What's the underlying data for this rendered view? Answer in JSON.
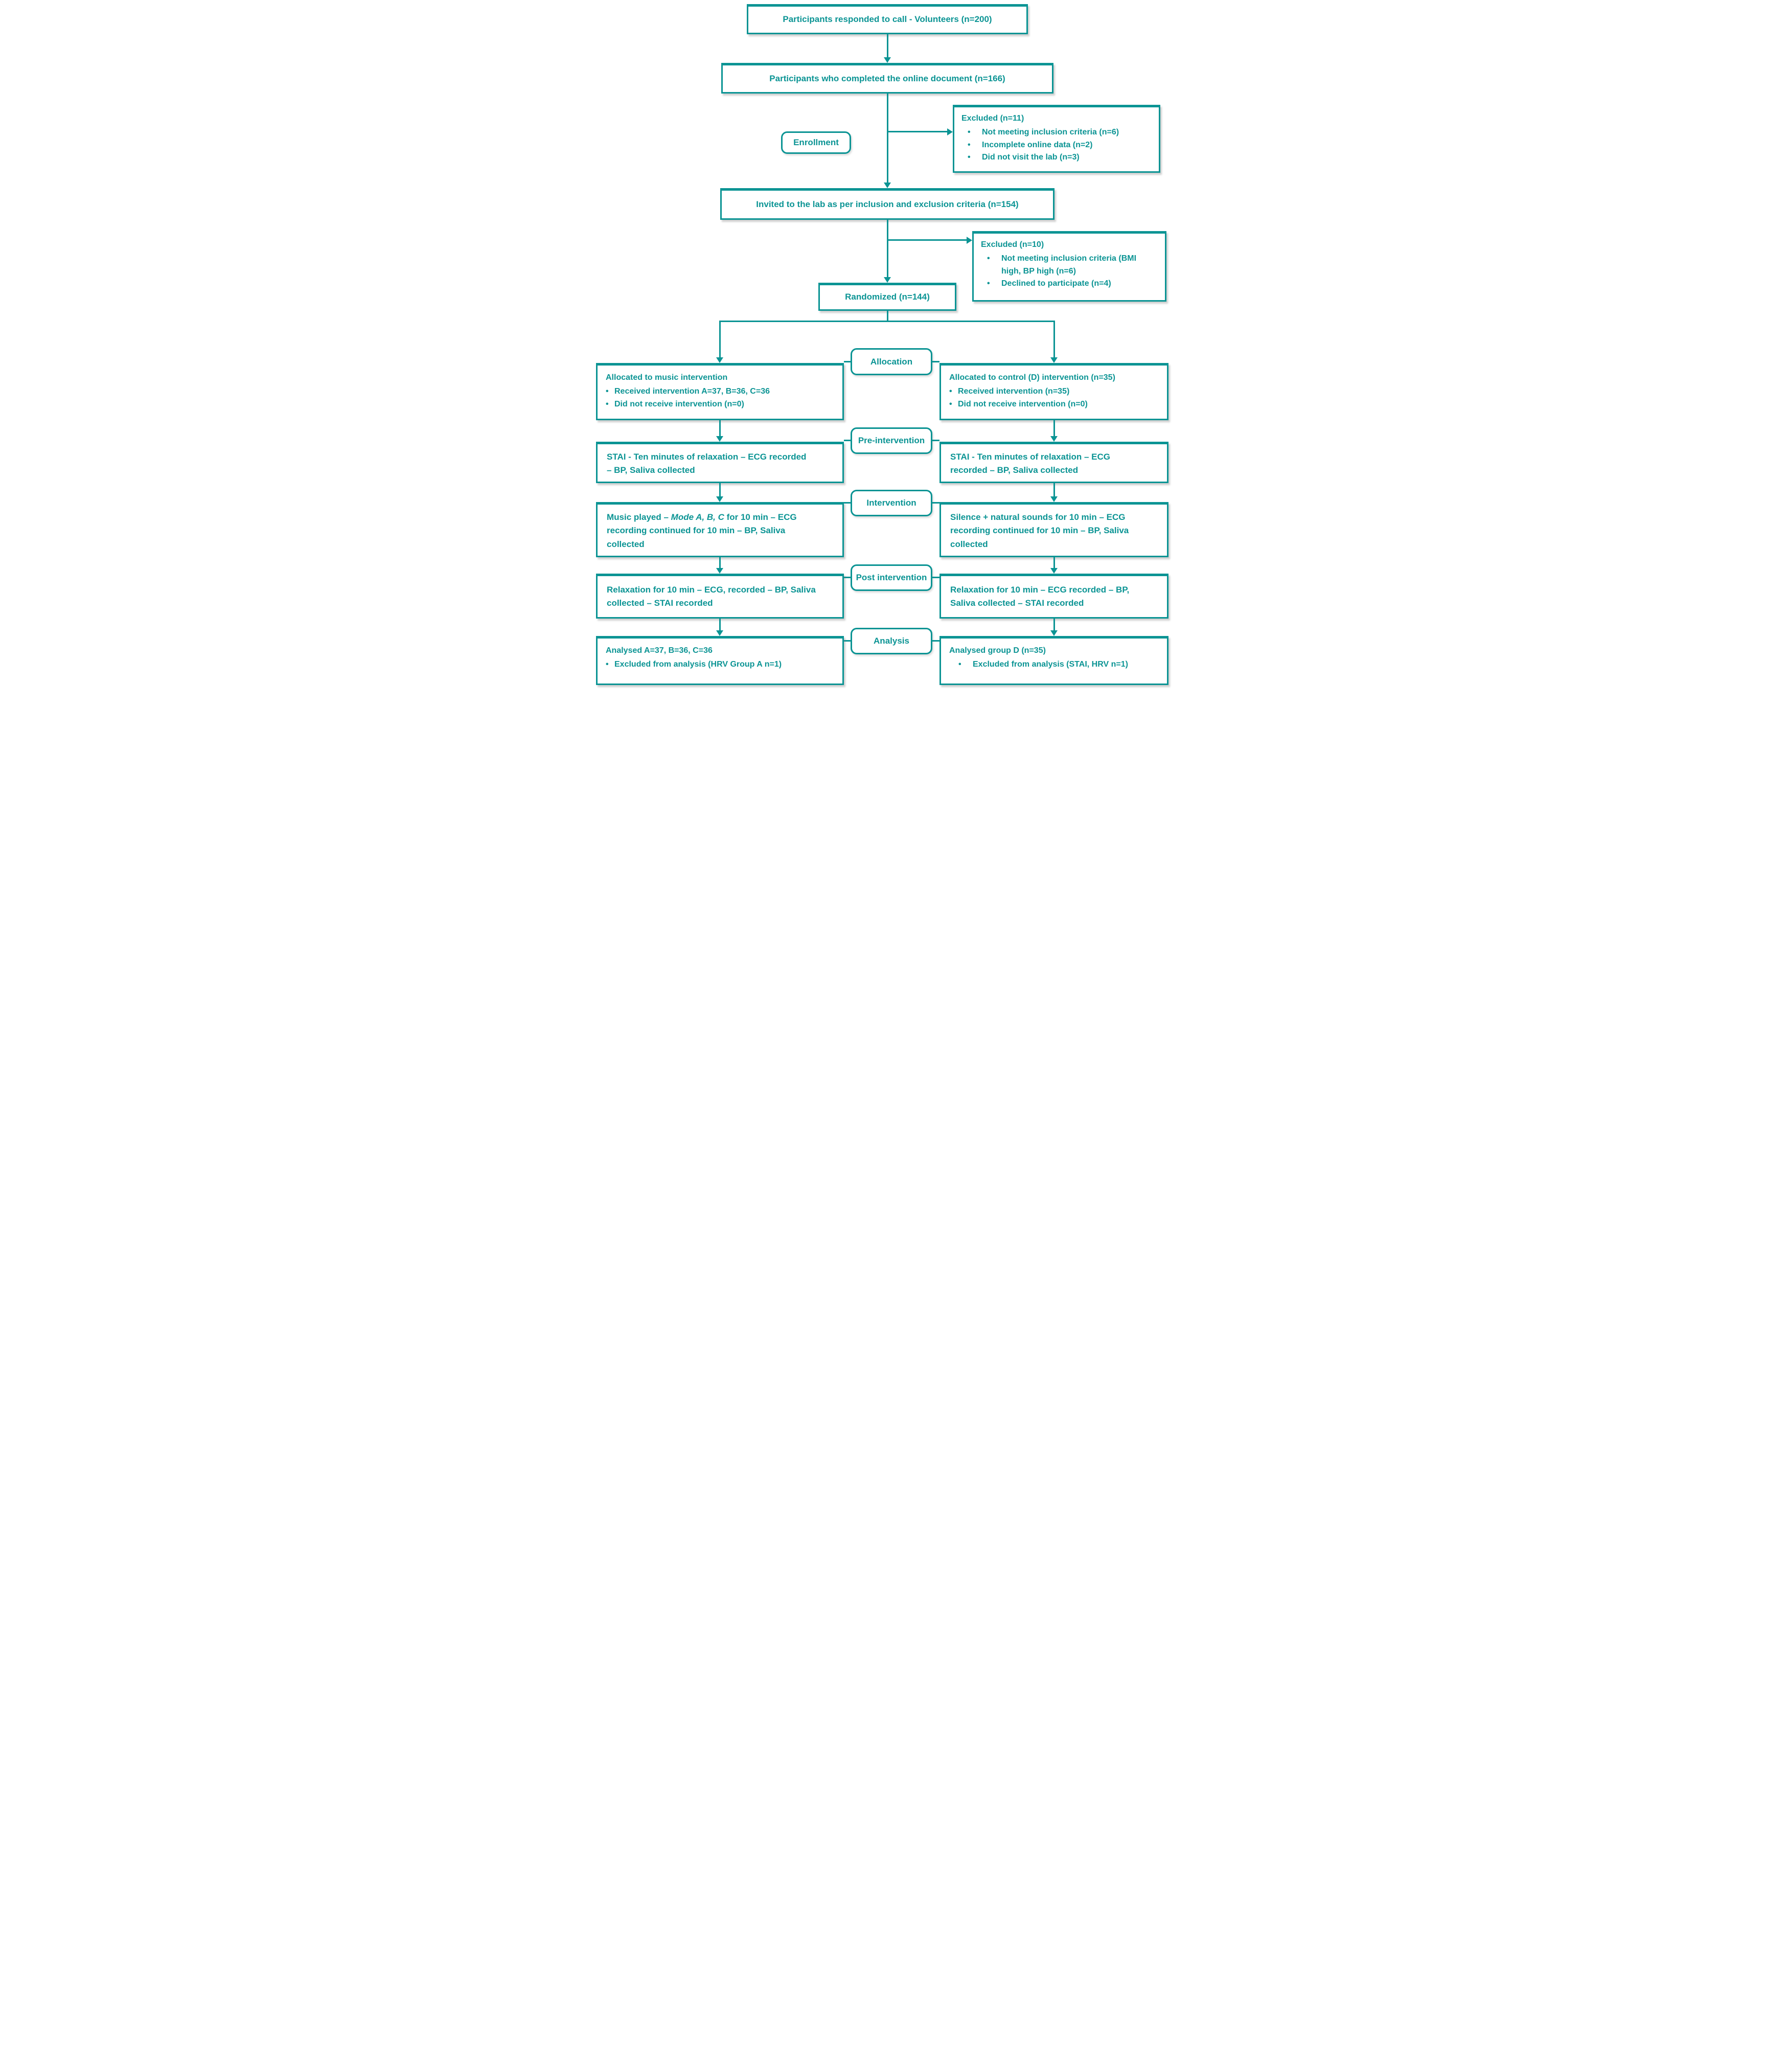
{
  "colors": {
    "accent": "#0B9494",
    "background": "#FFFFFF"
  },
  "stage_labels": {
    "enrollment": "Enrollment",
    "allocation": "Allocation",
    "pre_intervention": "Pre-intervention",
    "intervention": "Intervention",
    "post_intervention": "Post intervention",
    "analysis": "Analysis"
  },
  "boxes": {
    "volunteers": {
      "text": "Participants responded to call - Volunteers (n=200)"
    },
    "completed": {
      "text": "Participants who completed the online document (n=166)"
    },
    "excluded_enrollment": {
      "title": "Excluded (n=11)",
      "bullets": [
        "Not meeting inclusion criteria (n=6)",
        "Incomplete online data (n=2)",
        "Did not visit the lab (n=3)"
      ]
    },
    "invited": {
      "text": "Invited to the lab as per inclusion and exclusion criteria (n=154)"
    },
    "excluded_randomization": {
      "title": "Excluded (n=10)",
      "bullets": [
        "Not meeting inclusion criteria (BMI high, BP high (n=6)",
        "Declined to participate (n=4)"
      ]
    },
    "randomized": {
      "text": "Randomized (n=144)"
    },
    "allocation_music": {
      "title": "Allocated to music intervention",
      "bullets": [
        "Received intervention A=37, B=36, C=36",
        "Did not receive intervention (n=0)"
      ]
    },
    "allocation_control": {
      "title": "Allocated to control (D) intervention (n=35)",
      "bullets": [
        "Received intervention (n=35)",
        "Did not receive intervention (n=0)"
      ]
    },
    "pre_intervention_music": {
      "text": "STAI - Ten minutes of relaxation – ECG recorded – BP, Saliva collected"
    },
    "pre_intervention_control": {
      "text": "STAI - Ten minutes of relaxation – ECG recorded – BP, Saliva collected"
    },
    "intervention_music": {
      "prefix": "Music played – ",
      "italic": "Mode A, B, C",
      "suffix": " for 10 min – ECG recording continued for 10 min – BP, Saliva collected"
    },
    "intervention_control": {
      "text": "Silence + natural sounds for 10 min – ECG recording continued for 10 min – BP, Saliva collected"
    },
    "post_intervention_music": {
      "text": "Relaxation for 10 min – ECG, recorded – BP, Saliva collected – STAI recorded"
    },
    "post_intervention_control": {
      "text": "Relaxation for 10 min – ECG recorded – BP, Saliva collected – STAI recorded"
    },
    "analysis_music": {
      "title": "Analysed A=37, B=36, C=36",
      "bullets": [
        "Excluded from analysis (HRV Group A n=1)"
      ]
    },
    "analysis_control": {
      "title": "Analysed group D (n=35)",
      "bullets": [
        "Excluded from analysis (STAI, HRV n=1)"
      ]
    }
  }
}
